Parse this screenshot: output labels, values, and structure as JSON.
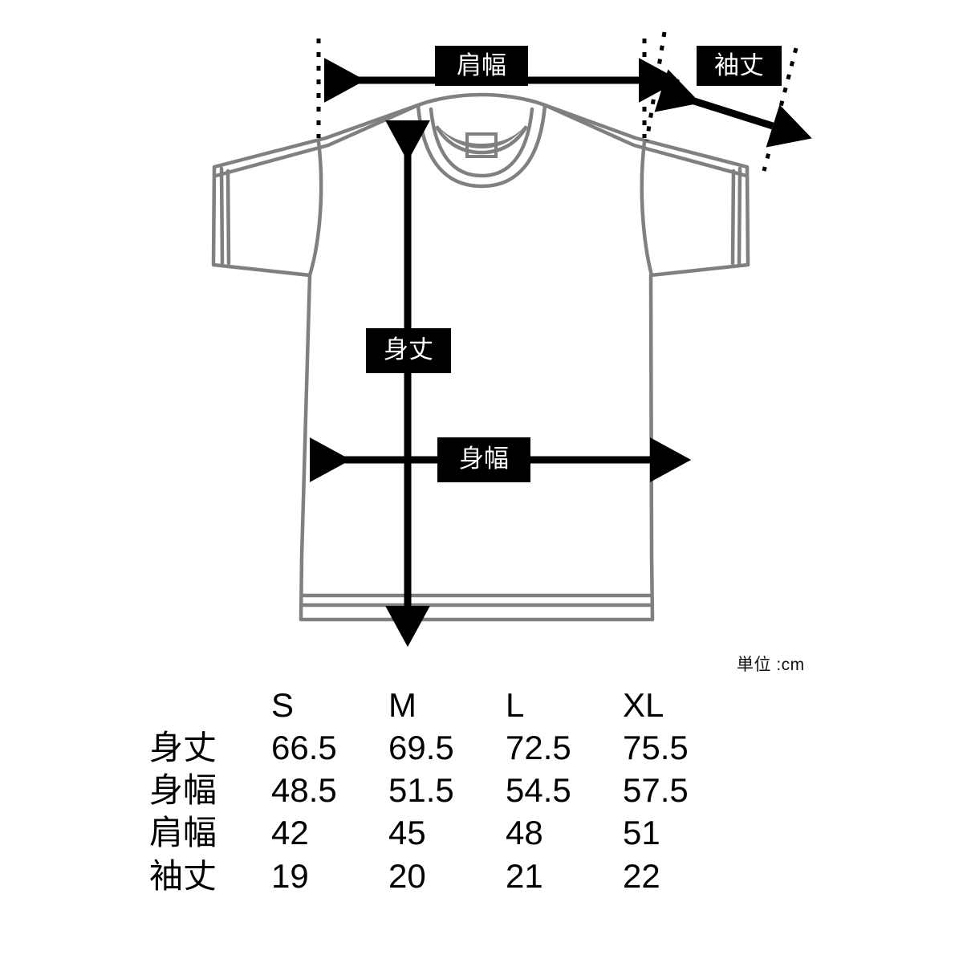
{
  "diagram": {
    "labels": {
      "shoulder_width": "肩幅",
      "sleeve_length": "袖丈",
      "body_length": "身丈",
      "body_width": "身幅"
    },
    "garment": "t-shirt-front-flat",
    "colors": {
      "garment_outline": "#808080",
      "measure_arrow": "#000000",
      "label_box": "#000000",
      "label_text": "#ffffff",
      "background": "#ffffff"
    }
  },
  "unit_note": "単位 :cm",
  "table": {
    "corner": "",
    "columns": [
      "S",
      "M",
      "L",
      "XL"
    ],
    "rows": [
      {
        "label": "身丈",
        "values": [
          "66.5",
          "69.5",
          "72.5",
          "75.5"
        ]
      },
      {
        "label": "身幅",
        "values": [
          "48.5",
          "51.5",
          "54.5",
          "57.5"
        ]
      },
      {
        "label": "肩幅",
        "values": [
          "42",
          "45",
          "48",
          "51"
        ]
      },
      {
        "label": "袖丈",
        "values": [
          "19",
          "20",
          "21",
          "22"
        ]
      }
    ]
  }
}
